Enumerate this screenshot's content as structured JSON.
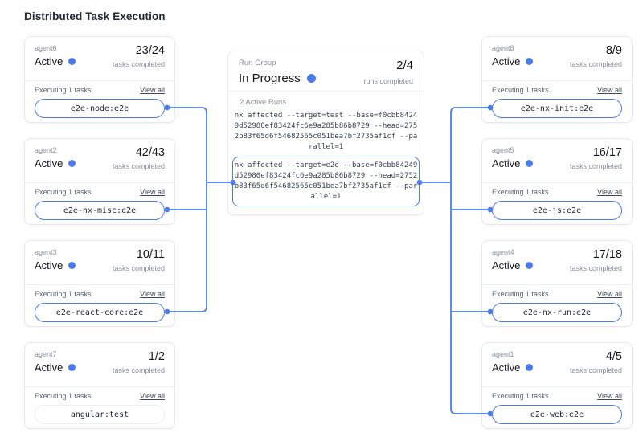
{
  "page": {
    "title": "Distributed Task Execution"
  },
  "colors": {
    "accent": "#4c7bec",
    "card_border": "#e6e8ec"
  },
  "run_group": {
    "label": "Run Group",
    "status": "In Progress",
    "count": "2/4",
    "count_caption": "runs completed",
    "active_runs_label": "2 Active Runs",
    "commands": [
      {
        "text": "nx affected --target=test --base=f0cbb84249d52980ef83424fc6e9a285b86b8729 --head=2752b83f65d6f54682565c051bea7bf2735af1cf --parallel=1",
        "highlighted": false
      },
      {
        "text": "nx affected --target=e2e --base=f0cbb84249d52980ef83424fc6e9a285b86b8729 --head=2752b83f65d6f54682565c051bea7bf2735af1cf --parallel=1",
        "highlighted": true
      }
    ]
  },
  "agents": [
    {
      "name": "agent6",
      "status": "Active",
      "count": "23/24",
      "count_caption": "tasks completed",
      "executing_label": "Executing 1 tasks",
      "view_all": "View all",
      "task": "e2e-node:e2e",
      "connected": true
    },
    {
      "name": "agent2",
      "status": "Active",
      "count": "42/43",
      "count_caption": "tasks completed",
      "executing_label": "Executing 1 tasks",
      "view_all": "View all",
      "task": "e2e-nx-misc:e2e",
      "connected": true
    },
    {
      "name": "agent3",
      "status": "Active",
      "count": "10/11",
      "count_caption": "tasks completed",
      "executing_label": "Executing 1 tasks",
      "view_all": "View all",
      "task": "e2e-react-core:e2e",
      "connected": true
    },
    {
      "name": "agent7",
      "status": "Active",
      "count": "1/2",
      "count_caption": "tasks completed",
      "executing_label": "Executing 1 tasks",
      "view_all": "View all",
      "task": "angular:test",
      "connected": false
    },
    {
      "name": "agent8",
      "status": "Active",
      "count": "8/9",
      "count_caption": "tasks completed",
      "executing_label": "Executing 1 tasks",
      "view_all": "View all",
      "task": "e2e-nx-init:e2e",
      "connected": true
    },
    {
      "name": "agent5",
      "status": "Active",
      "count": "16/17",
      "count_caption": "tasks completed",
      "executing_label": "Executing 1 tasks",
      "view_all": "View all",
      "task": "e2e-js:e2e",
      "connected": true
    },
    {
      "name": "agent4",
      "status": "Active",
      "count": "17/18",
      "count_caption": "tasks completed",
      "executing_label": "Executing 1 tasks",
      "view_all": "View all",
      "task": "e2e-nx-run:e2e",
      "connected": true
    },
    {
      "name": "agent1",
      "status": "Active",
      "count": "4/5",
      "count_caption": "tasks completed",
      "executing_label": "Executing 1 tasks",
      "view_all": "View all",
      "task": "e2e-web:e2e",
      "connected": true
    }
  ]
}
